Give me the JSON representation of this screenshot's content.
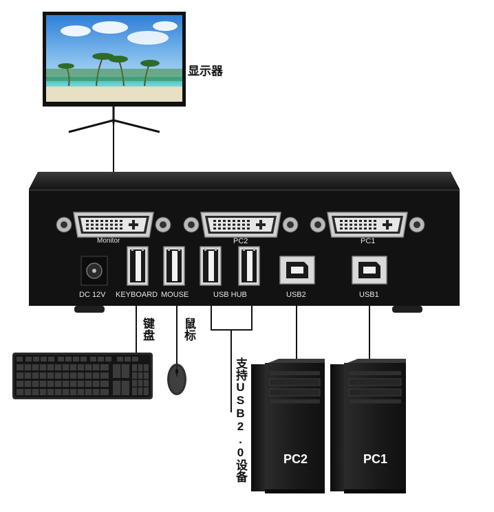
{
  "labels": {
    "monitor_cn": "显示器",
    "keyboard_cn": "键盘",
    "mouse_cn": "鼠标",
    "usb_support_cn": "支持USB2.0设备"
  },
  "panel": {
    "port_monitor": "Monitor",
    "port_pc2": "PC2",
    "port_pc1": "PC1",
    "dc": "DC 12V",
    "keyboard": "KEYBOARD",
    "mouse": "MOUSE",
    "usb_hub": "USB HUB",
    "usb2": "USB2",
    "usb1": "USB1"
  },
  "towers": {
    "pc2": "PC2",
    "pc1": "PC1"
  }
}
